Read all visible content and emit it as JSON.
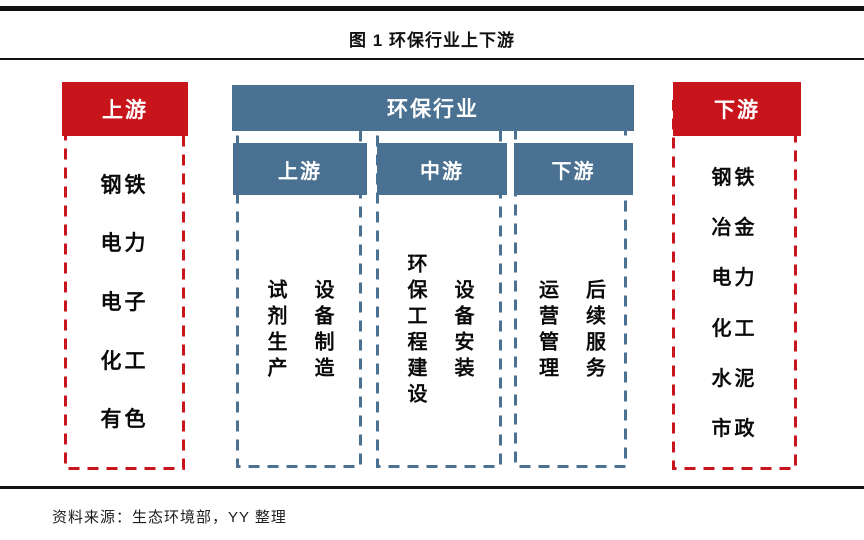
{
  "title": "图 1 环保行业上下游",
  "source": "资料来源：生态环境部，YY 整理",
  "colors": {
    "red": "#c8151c",
    "blue": "#4a7191"
  },
  "left_panel": {
    "header": "上游",
    "items": [
      "钢铁",
      "电力",
      "电子",
      "化工",
      "有色"
    ]
  },
  "center_panel": {
    "header": "环保行业",
    "columns": [
      {
        "header": "上游",
        "items": [
          "试剂生产",
          "设备制造"
        ]
      },
      {
        "header": "中游",
        "items": [
          "环保工程建设",
          "设备安装"
        ]
      },
      {
        "header": "下游",
        "items": [
          "运营管理",
          "后续服务"
        ]
      }
    ]
  },
  "right_panel": {
    "header": "下游",
    "items": [
      "钢铁",
      "冶金",
      "电力",
      "化工",
      "水泥",
      "市政"
    ]
  }
}
